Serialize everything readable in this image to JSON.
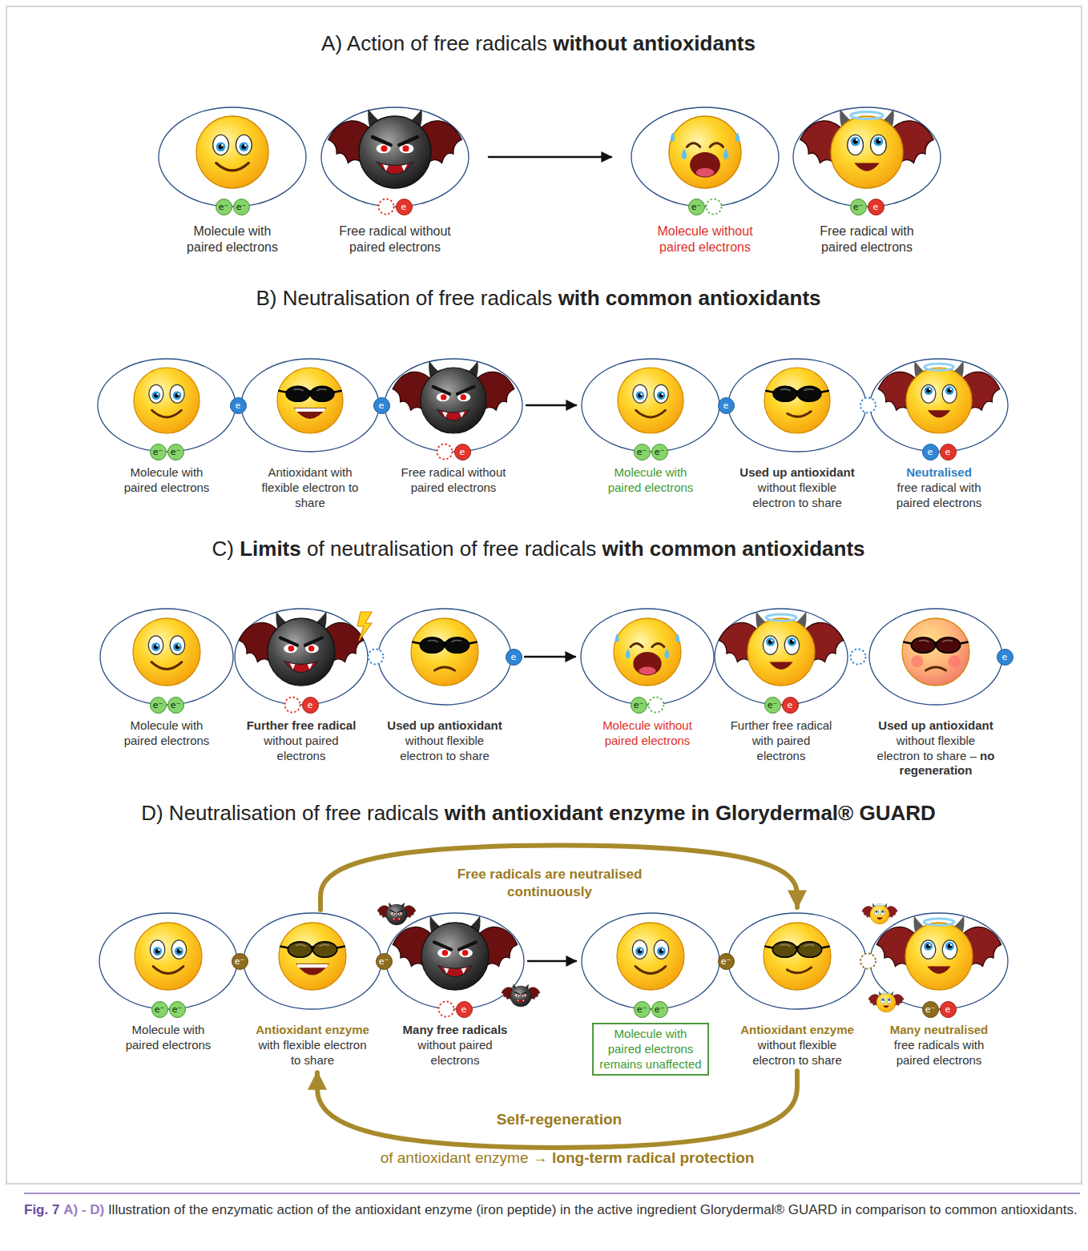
{
  "diagram": {
    "caption": "Illustration of the enzymatic action of the antioxidant enzyme (iron peptide) in the active ingredient Glorydermal® GUARD in comparison to common antioxidants.",
    "nodes": [
      {
        "text": [
          "Molecule with paired electrons"
        ]
      },
      {
        "text": [
          "Free radical without paired electrons"
        ]
      },
      {
        "text": [
          "Molecule without paired electrons"
        ]
      },
      {
        "text": [
          "Free radical with paired electrons"
        ]
      },
      {
        "text": [
          "Molecule with paired electrons"
        ]
      },
      {
        "text": [
          "Antioxidant with flexible electron to share"
        ]
      },
      {
        "text": [
          "Free radical without paired electrons"
        ]
      },
      {
        "text": [
          "Molecule with paired electrons"
        ]
      },
      {
        "text": [
          "Used up antioxidant",
          "without flexible electron to share"
        ]
      },
      {
        "text": [
          "Neutralised",
          "free radical with paired electrons"
        ]
      },
      {
        "text": [
          "Molecule with paired electrons"
        ]
      },
      {
        "text": [
          "Further free radical",
          "without paired electrons"
        ]
      },
      {
        "text": [
          "Used up antioxidant",
          "without flexible electron to share"
        ]
      },
      {
        "text": [
          "Molecule without paired electrons"
        ]
      },
      {
        "text": [
          "Further free radical with paired electrons"
        ]
      },
      {
        "text": [
          "Used up antioxidant",
          "without flexible electron to share –",
          "no regeneration"
        ]
      },
      {
        "text": [
          "Molecule with paired electrons"
        ]
      },
      {
        "text": [
          "Antioxidant enzyme",
          "with flexible electron to share"
        ]
      },
      {
        "text": [
          "Many free radicals",
          "without paired electrons"
        ]
      },
      {
        "text": [
          "Molecule with paired electrons remains unaffected"
        ]
      },
      {
        "text": [
          "Antioxidant enzyme",
          "without flexible electron to share"
        ]
      },
      {
        "text": [
          "Many neutralised",
          "free radicals with paired electrons"
        ]
      }
    ],
    "edges": [
      {
        "from": 1,
        "to": 2,
        "arrow": "to"
      },
      {
        "from": 6,
        "to": 7,
        "arrow": "to"
      },
      {
        "from": 12,
        "to": 13,
        "arrow": "to"
      },
      {
        "from": 18,
        "to": 19,
        "arrow": "to"
      },
      {
        "from": 17,
        "to": 20,
        "label": "Free radicals are neutralised continuously",
        "arrow": "to"
      },
      {
        "from": 20,
        "to": 17,
        "label": "Self-regeneration",
        "arrow": "to"
      }
    ],
    "labels": [
      "A) Action of free radicals",
      "without antioxidants",
      "e⁻",
      "e⁻",
      "e",
      "e⁻",
      "e⁻",
      "e",
      "B) Neutralisation of free radicals",
      "with common antioxidants",
      "e⁻",
      "e⁻",
      "e",
      "e",
      "e",
      "e⁻",
      "e⁻",
      "e",
      "e",
      "e",
      "C)",
      "Limits",
      "of neutralisation of free radicals",
      "with common antioxidants",
      "e⁻",
      "e⁻",
      "e",
      "e",
      "e⁻",
      "e⁻",
      "e",
      "e",
      "D) Neutralisation of free radicals",
      "with antioxidant enzyme in Glorydermal® GUARD",
      "e⁻",
      "e⁻",
      "e⁻",
      "e⁻",
      "e",
      "e⁻",
      "e⁻",
      "e⁻",
      "e⁻",
      "e",
      "of antioxidant enzyme →",
      "long-term radical protection",
      "Fig. 7",
      "A) - D)"
    ]
  }
}
